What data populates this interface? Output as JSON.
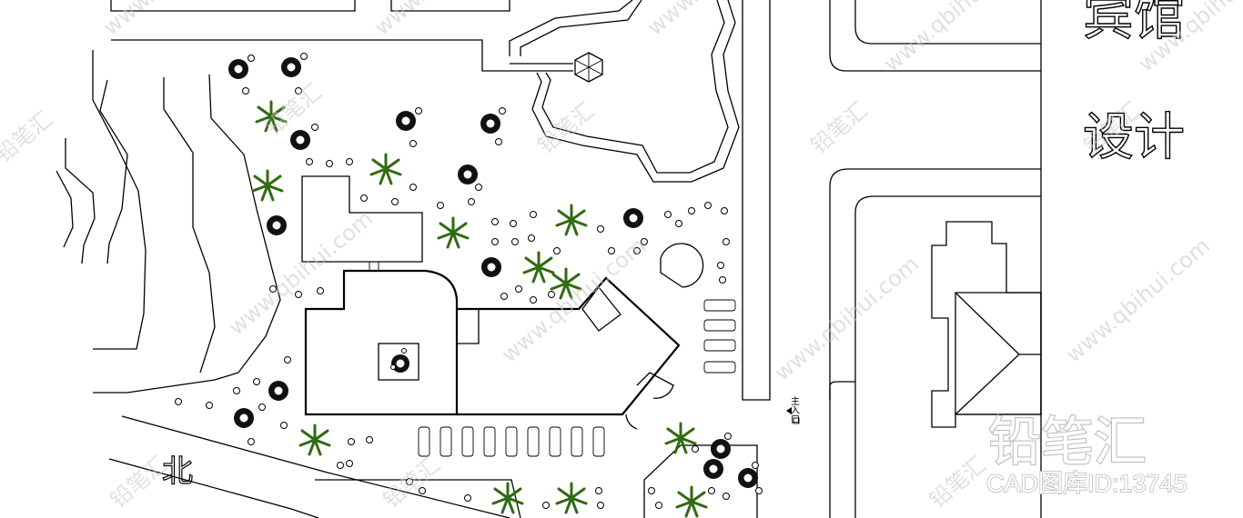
{
  "drawing": {
    "title_line1": "宾馆",
    "title_line2": "设计",
    "north_label": "北",
    "entrance_label": "主入口"
  },
  "watermark": {
    "url_text": "www.qbihui.com",
    "logo_text": "铅笔汇",
    "brand": "铅笔汇",
    "cad_id": "CAD图库ID:13745"
  },
  "colors": {
    "line": "#000000",
    "palm": "#2f6b12",
    "watermark": "#c8c8c8"
  }
}
